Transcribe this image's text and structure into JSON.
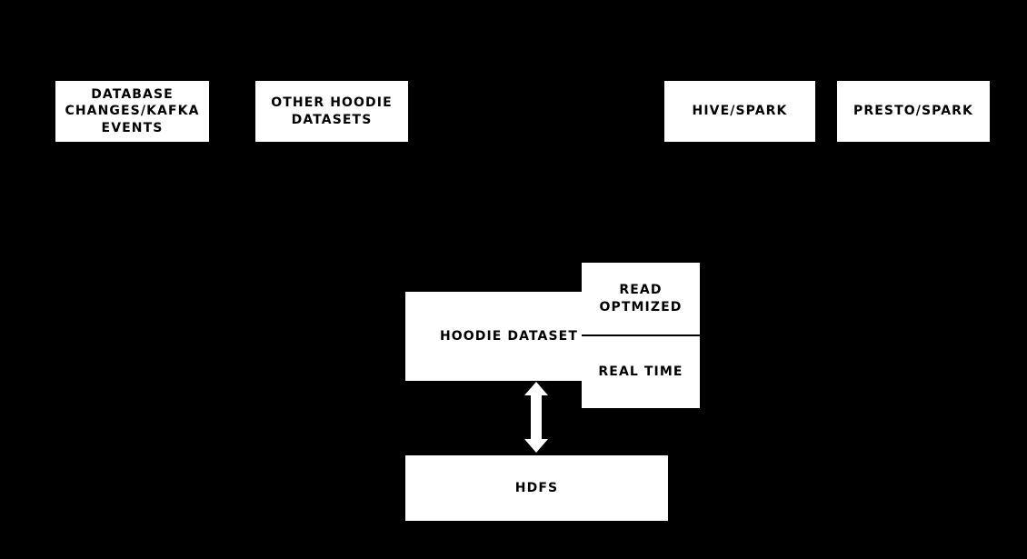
{
  "diagram": {
    "background_color": "#000000",
    "node_fill_color": "#ffffff",
    "node_text_color": "#000000",
    "arrow_color": "#ffffff",
    "sources": [
      {
        "id": "db-changes",
        "label": "Database Changes/Kafka Events"
      },
      {
        "id": "other-datasets",
        "label": "Other Hoodie Datasets"
      }
    ],
    "query_engines": [
      {
        "id": "hive-spark",
        "label": "Hive/Spark"
      },
      {
        "id": "presto-spark",
        "label": "Presto/Spark"
      }
    ],
    "dataset": {
      "label": "Hoodie Dataset",
      "views": [
        {
          "id": "read-optimized",
          "label": "Read Optmized"
        },
        {
          "id": "real-time",
          "label": "Real Time"
        }
      ]
    },
    "storage": {
      "label": "HDFS"
    },
    "connector": {
      "id": "hoodie-hdfs-arrow",
      "style": "double-headed-vertical-arrow",
      "from": "Hoodie Dataset",
      "to": "HDFS"
    }
  }
}
